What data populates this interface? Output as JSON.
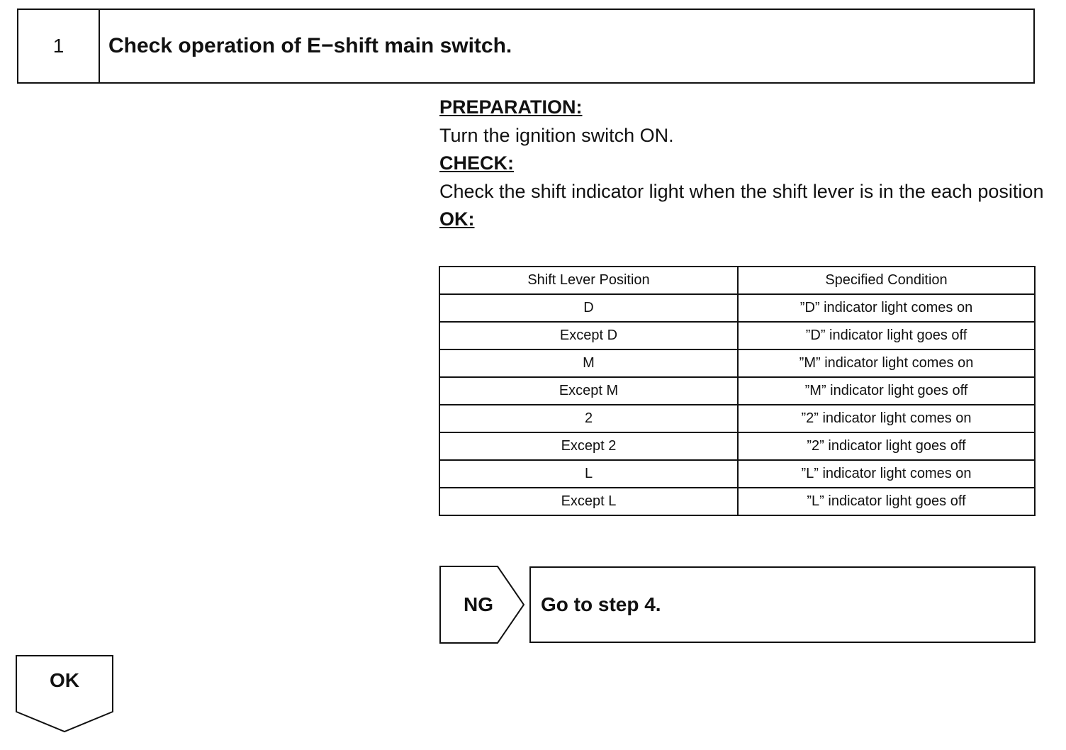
{
  "step": {
    "number": "1",
    "title": "Check operation of E−shift main switch."
  },
  "preparation": {
    "heading": "PREPARATION:",
    "text": "Turn the ignition switch ON."
  },
  "check": {
    "heading": "CHECK:",
    "text": "Check the shift indicator light when the shift lever is in the each position"
  },
  "ok_section": {
    "heading": "OK:"
  },
  "table": {
    "headers": [
      "Shift Lever Position",
      "Specified Condition"
    ],
    "rows": [
      [
        "D",
        "”D” indicator light comes on"
      ],
      [
        "Except D",
        "”D” indicator light goes off"
      ],
      [
        "M",
        "”M” indicator light comes on"
      ],
      [
        "Except M",
        "”M” indicator light goes off"
      ],
      [
        "2",
        "”2” indicator light comes on"
      ],
      [
        "Except 2",
        "”2” indicator light goes off"
      ],
      [
        "L",
        "”L” indicator light comes on"
      ],
      [
        "Except L",
        "”L” indicator light goes off"
      ]
    ]
  },
  "ng_branch": {
    "label": "NG",
    "target": "Go to step 4."
  },
  "ok_branch": {
    "label": "OK"
  }
}
